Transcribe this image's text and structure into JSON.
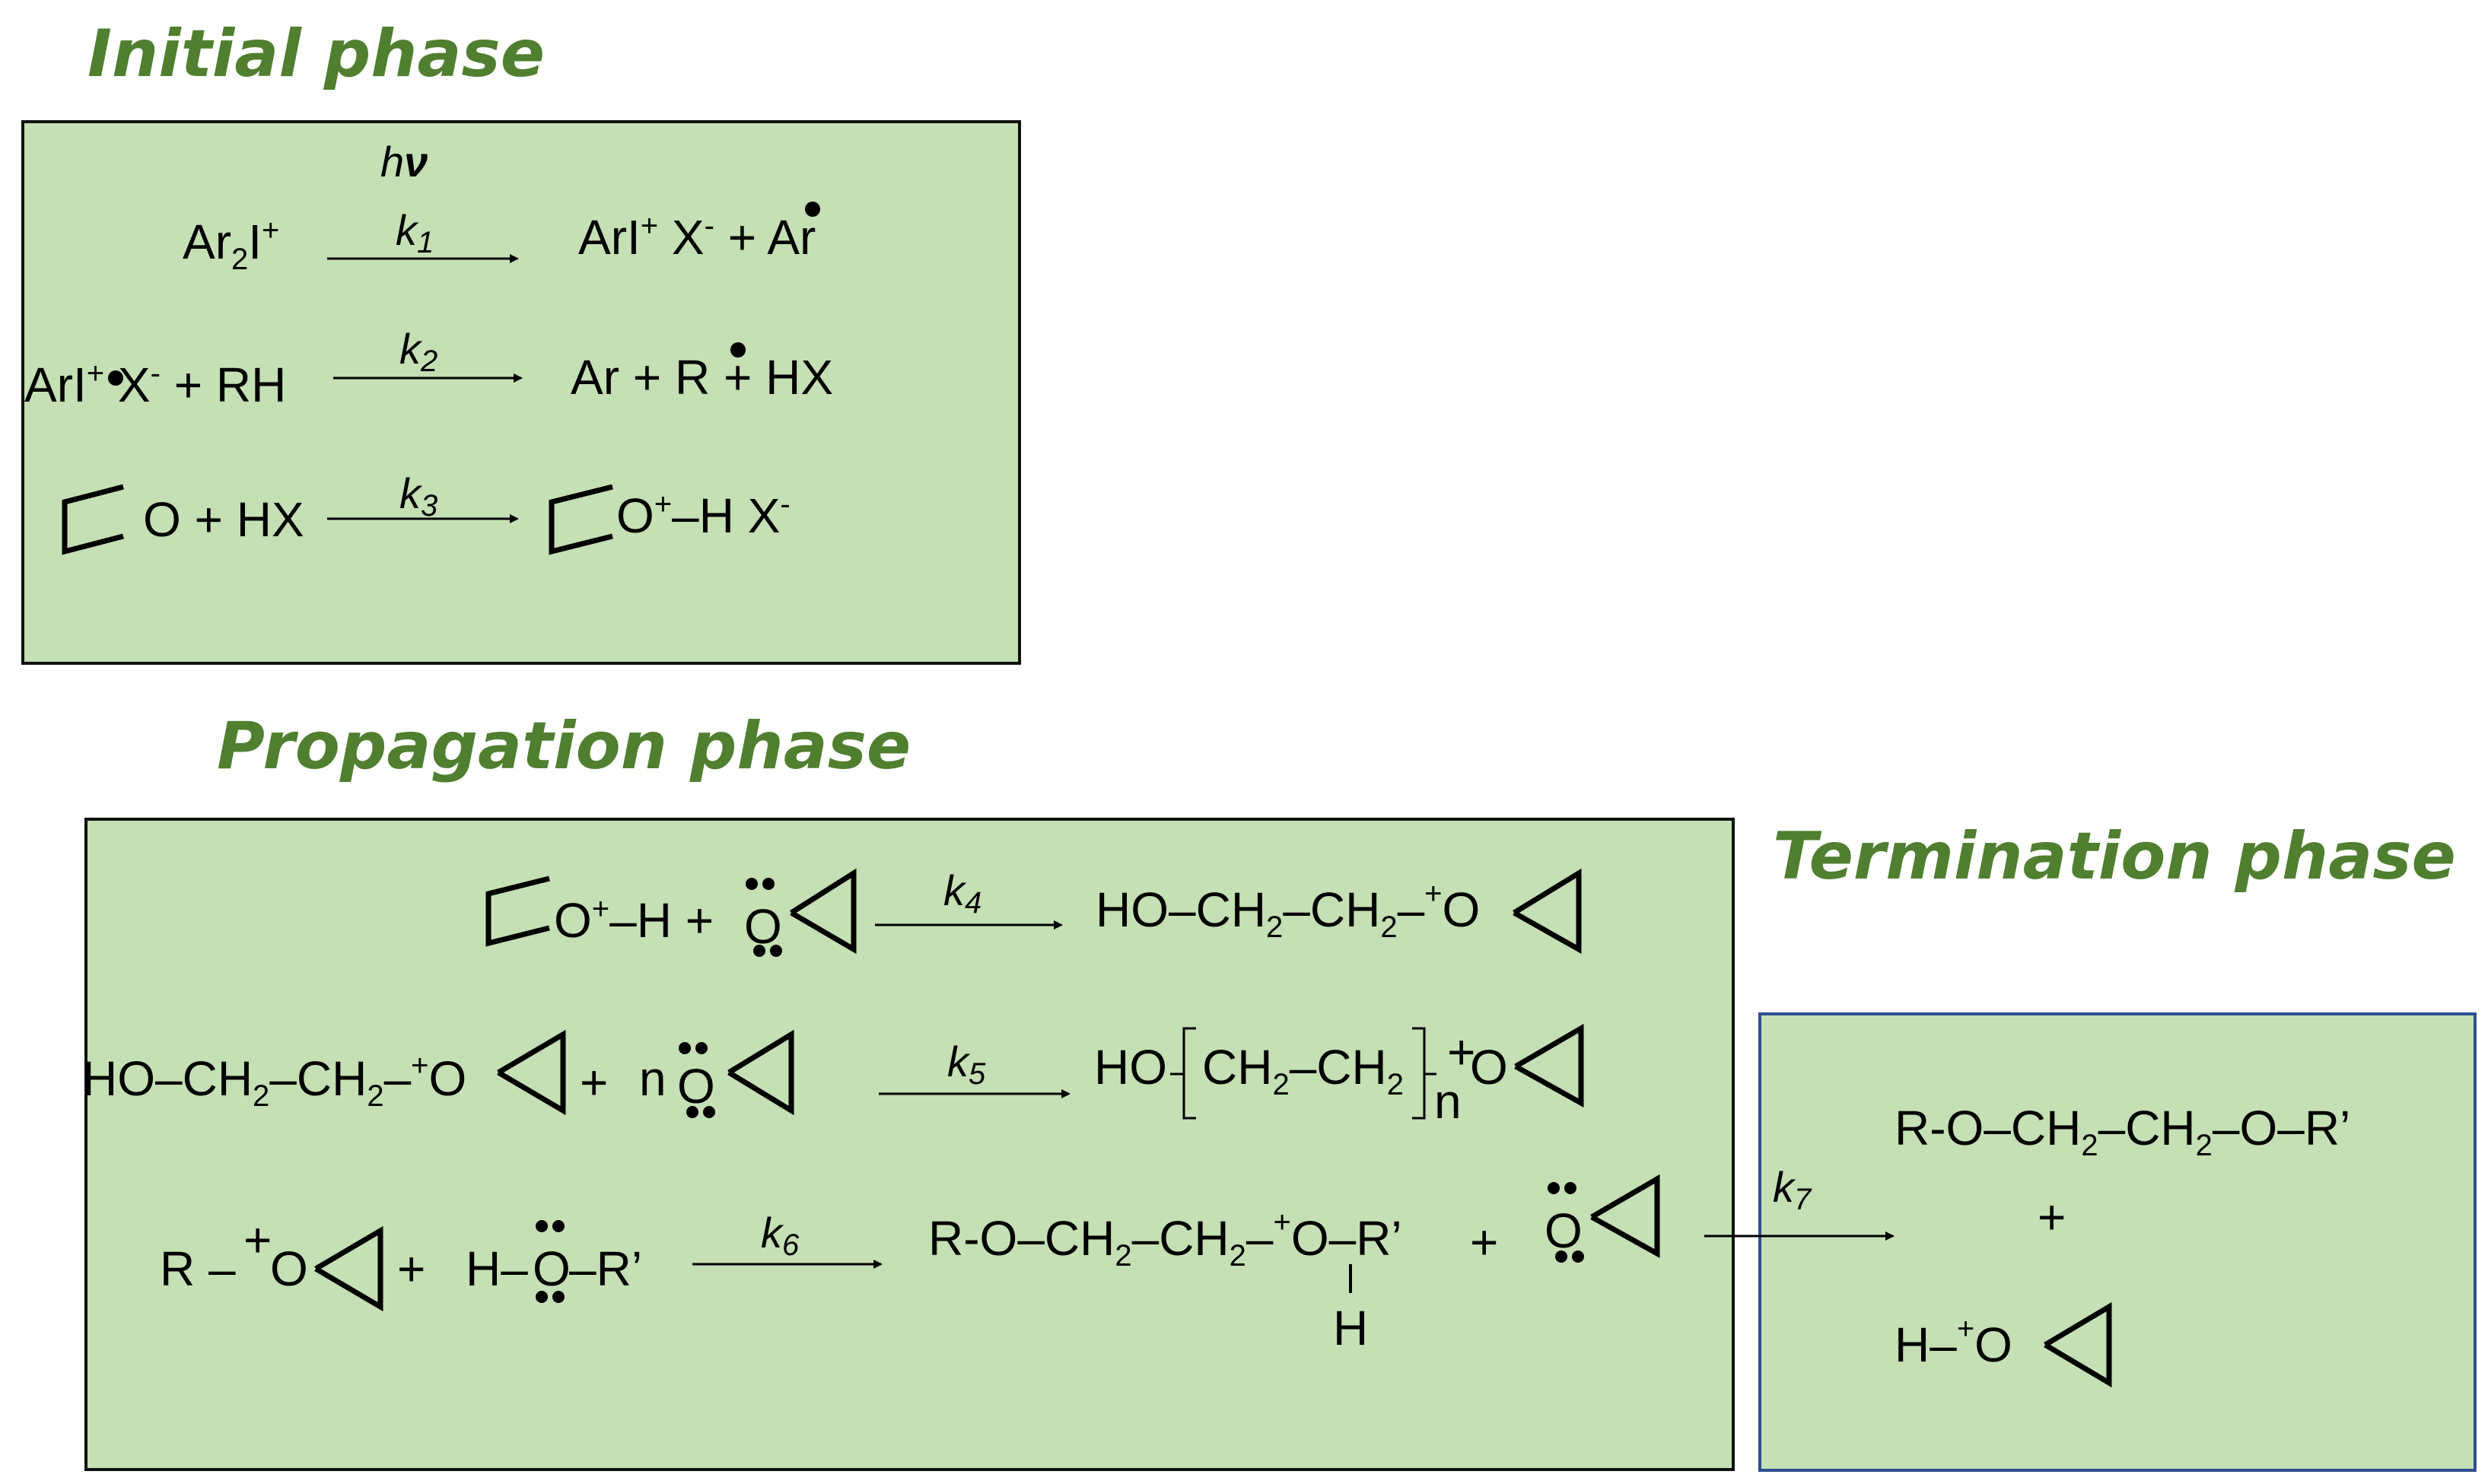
{
  "titles": {
    "initial": "Initial phase",
    "propagation": "Propagation  phase",
    "termination": "Termination phase"
  },
  "colors": {
    "title": "#4f7f2f",
    "box_fill": "#c5e0b4",
    "box_stroke": "#111111",
    "termination_stroke": "#2f4f8f"
  },
  "initial": {
    "hv_h": "h",
    "hv_nu": "ν",
    "r1": {
      "ar": "Ar",
      "two": "2",
      "i": "I",
      "plus": "+",
      "k": "k",
      "kn": "1",
      "p_ari": "ArI",
      "p_plus": "+",
      "p_x": "X",
      "p_minus": "-",
      "p_join": "+",
      "p_ar": "Ar"
    },
    "r2": {
      "ari": "ArI",
      "plusdot": "+",
      "x": "X",
      "minus": "-",
      "rest": " + RH",
      "k": "k",
      "kn": "2",
      "p_ar": "Ar  +  R",
      "p_hx": " + HX"
    },
    "r3": {
      "left": "O + HX",
      "k": "k",
      "kn": "3",
      "p_o": "O",
      "p_plus": "+",
      "p_h": "–H",
      "p_x": "X",
      "p_minus": "-"
    }
  },
  "propagation": {
    "r4": {
      "o": "O",
      "plus": "+",
      "h": "–H +",
      "o2": "O",
      "k": "k",
      "kn": "4",
      "p_main": "HO–CH",
      "p_2a": "2",
      "p_mid": "–CH",
      "p_2b": "2",
      "p_end": "–",
      "p_plus": "+",
      "p_o": "O"
    },
    "r5": {
      "l_main": "HO–CH",
      "l_2a": "2",
      "l_mid": "–CH",
      "l_2b": "2",
      "l_end": "–",
      "l_plus": "+",
      "l_o": "O",
      "join": "+",
      "n": "n",
      "o2": "O",
      "k": "k",
      "kn": "5",
      "p_ho": "HO",
      "p_ch": "CH",
      "p_2a": "2",
      "p_mid": "–CH",
      "p_2b": "2",
      "p_n": "n",
      "p_plus": "+",
      "p_o": "O"
    },
    "r6": {
      "r": "R –",
      "plus": "+",
      "o": "O",
      "join": "+",
      "h": "H–",
      "o2": "O",
      "r2": "–R’",
      "k": "k",
      "kn": "6",
      "p_main": "R-O–CH",
      "p_2a": "2",
      "p_mid": "–CH",
      "p_2b": "2",
      "p_end": "–",
      "p_plus": "+",
      "p_o": "O",
      "p_r": "–R’",
      "p_join": "+",
      "p_h": "H",
      "o3": "O"
    }
  },
  "termination": {
    "k": "k",
    "kn": "7",
    "p1_main": "R-O–CH",
    "p1_2a": "2",
    "p1_mid": "–CH",
    "p1_2b": "2",
    "p1_end": "–O–R’",
    "join": "+",
    "p2_h": "H–",
    "p2_plus": "+",
    "p2_o": "O"
  }
}
